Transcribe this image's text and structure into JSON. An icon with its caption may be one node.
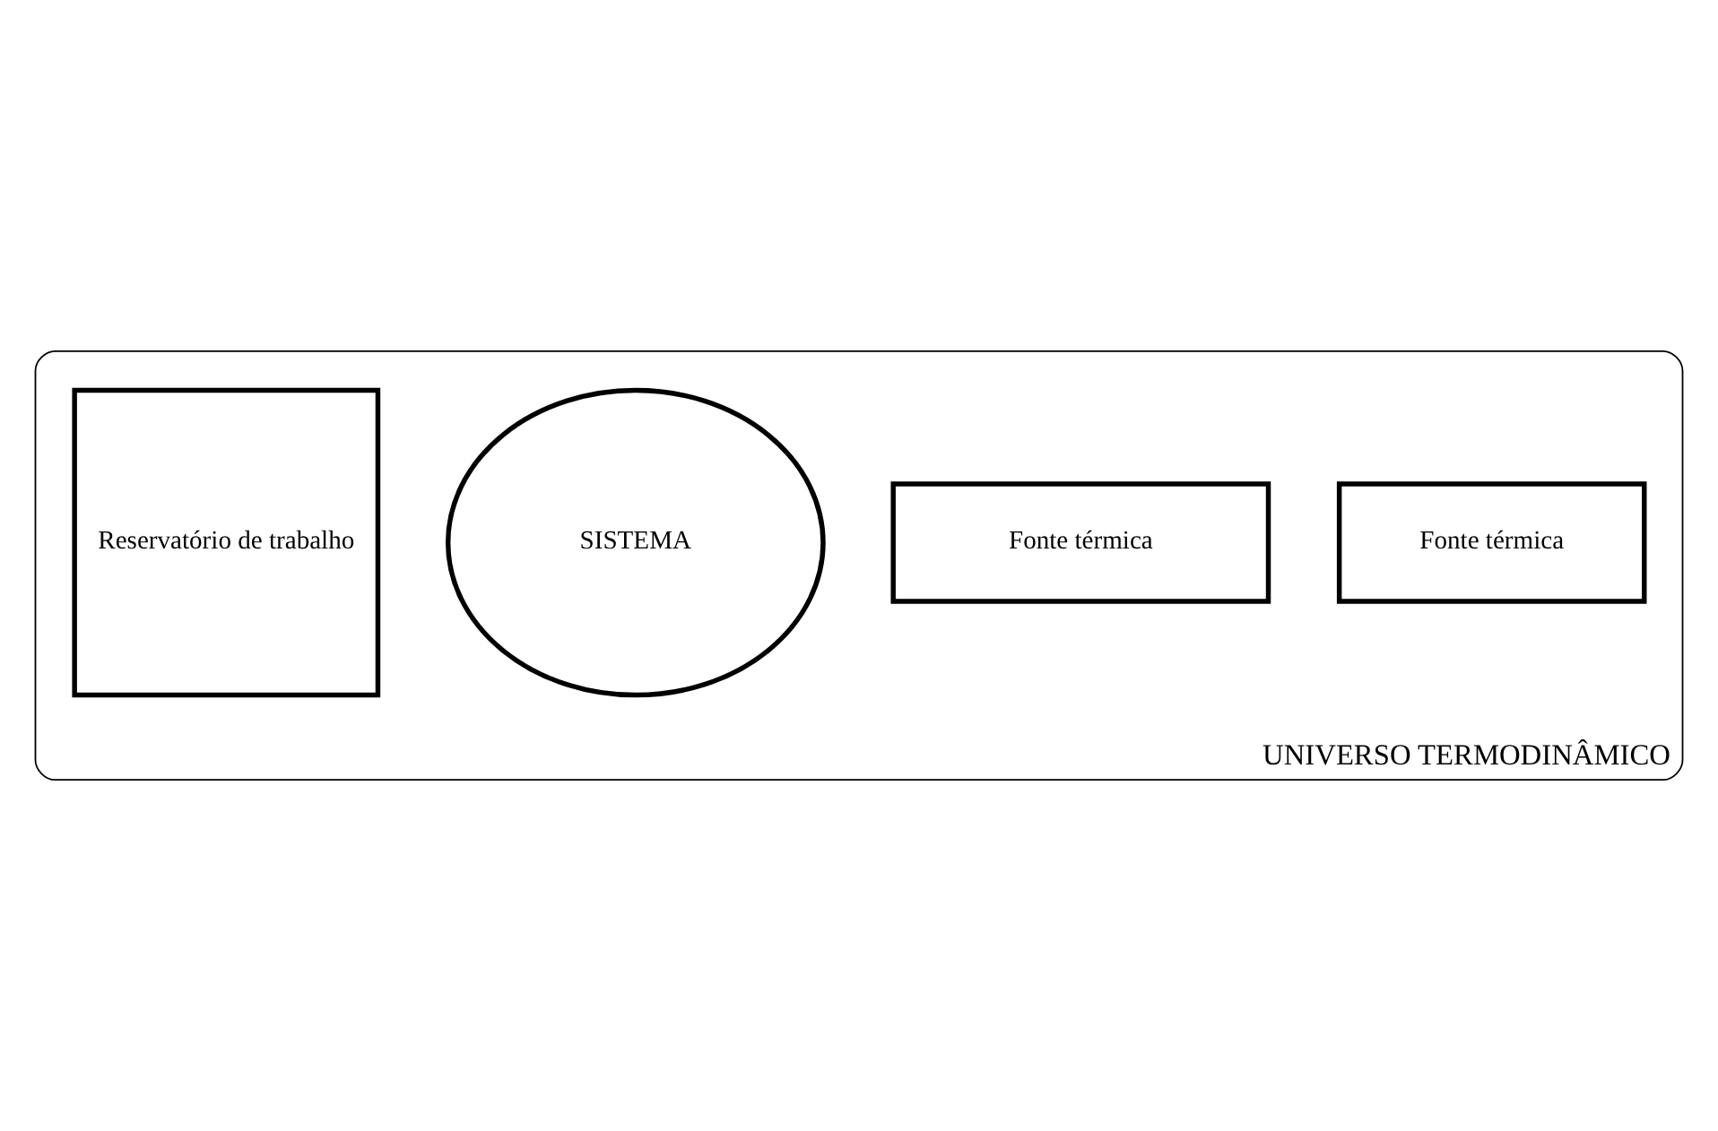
{
  "diagram": {
    "nodes": [
      {
        "text": [
          "UNIVERSO TERMODINÂMICO"
        ]
      },
      {
        "text": [
          "Fonte térmica"
        ],
        "in": 0
      },
      {
        "text": [
          "Fonte térmica"
        ],
        "in": 0
      },
      {
        "text": [
          "SISTEMA"
        ],
        "in": 0
      },
      {
        "text": [
          "Reservatório de trabalho"
        ],
        "in": 0
      }
    ],
    "edges": []
  }
}
